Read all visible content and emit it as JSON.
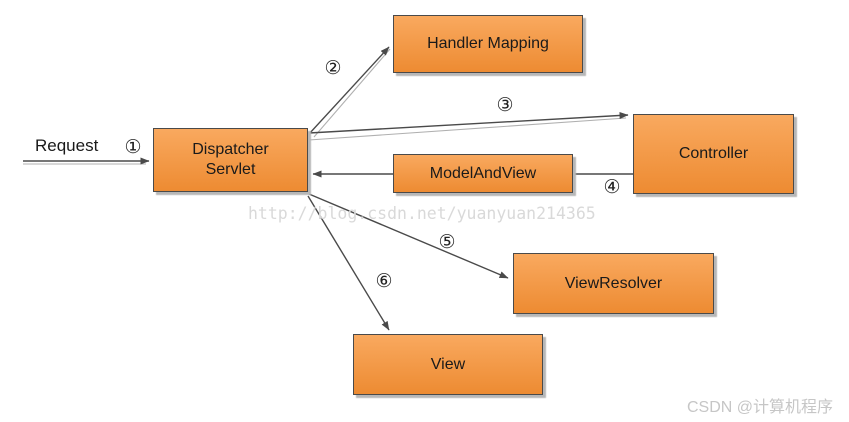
{
  "diagram": {
    "request_label": "Request",
    "boxes": {
      "dispatcher_servlet": "Dispatcher Servlet",
      "handler_mapping": "Handler Mapping",
      "controller": "Controller",
      "model_and_view": "ModelAndView",
      "view_resolver": "ViewResolver",
      "view": "View"
    },
    "step_labels": {
      "s1": "①",
      "s2": "②",
      "s3": "③",
      "s4": "④",
      "s5": "⑤",
      "s6": "⑥"
    },
    "watermark_center": "http://blog.csdn.net/yuanyuan214365",
    "watermark_corner": "CSDN @计算机程序",
    "colors": {
      "box_fill_top": "#f9a95f",
      "box_fill_bottom": "#ed8b32",
      "box_border": "#4a4a4a",
      "box_shadow": "#b7b7b7",
      "arrow": "#4a4a4a",
      "arrow_light": "#b0b0b0",
      "watermark": "#d9d9d9",
      "watermark_corner": "#c6c6c6"
    }
  }
}
